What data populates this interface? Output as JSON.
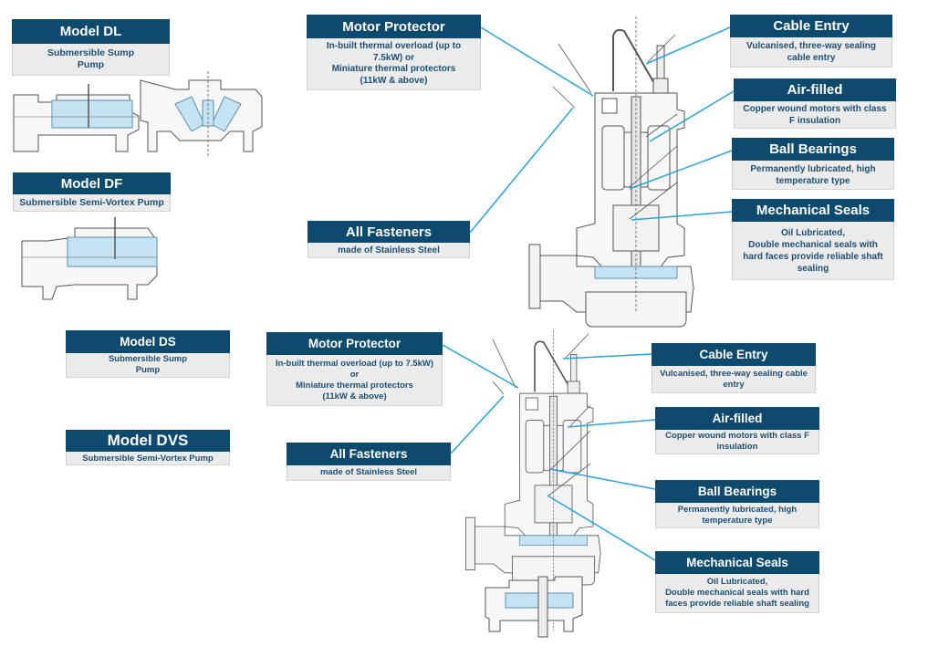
{
  "models": {
    "dl": {
      "title": "Model DL",
      "subtitle": "Submersible Sump\nPump"
    },
    "df": {
      "title": "Model DF",
      "subtitle": "Submersible Semi-Vortex Pump"
    },
    "ds": {
      "title": "Model DS",
      "subtitle": "Submersible Sump\nPump"
    },
    "dvs": {
      "title": "Model DVS",
      "subtitle": "Submersible Semi-Vortex Pump"
    }
  },
  "top_callouts": {
    "motor_protector": {
      "title": "Motor Protector",
      "text": "In-built thermal overload (up to\n7.5kW) or\nMiniature thermal protectors\n(11kW & above)"
    },
    "all_fasteners": {
      "title": "All Fasteners",
      "text": "made of Stainless Steel"
    },
    "cable_entry": {
      "title": "Cable Entry",
      "text": "Vulcanised, three-way sealing\ncable entry"
    },
    "air_filled": {
      "title": "Air-filled",
      "text": "Copper wound motors with class\nF insulation"
    },
    "ball_bearings": {
      "title": "Ball Bearings",
      "text": "Permanently lubricated, high\ntemperature type"
    },
    "mechanical_seals": {
      "title": "Mechanical Seals",
      "text": "Oil Lubricated,\nDouble mechanical seals with\nhard faces provide reliable shaft\nsealing"
    }
  },
  "bottom_callouts": {
    "motor_protector": {
      "title": "Motor Protector",
      "text": "In-built thermal overload (up to 7.5kW)\nor\nMiniature thermal protectors\n(11kW & above)"
    },
    "all_fasteners": {
      "title": "All Fasteners",
      "text": "made of Stainless Steel"
    },
    "cable_entry": {
      "title": "Cable Entry",
      "text": "Vulcanised, three-way sealing cable\nentry"
    },
    "air_filled": {
      "title": "Air-filled",
      "text": "Copper wound motors with class F\ninsulation"
    },
    "ball_bearings": {
      "title": "Ball Bearings",
      "text": "Permanently lubricated, high\ntemperature type"
    },
    "mechanical_seals": {
      "title": "Mechanical Seals",
      "text": "Oil Lubricated,\nDouble mechanical seals with hard\nfaces provide reliable shaft sealing"
    }
  },
  "colors": {
    "header_bg": "#0d4a6e",
    "body_bg": "#ebebeb",
    "body_text": "#1d4f73",
    "leader_line": "#2aa3dc",
    "highlight_fill": "#c5e3f3"
  }
}
